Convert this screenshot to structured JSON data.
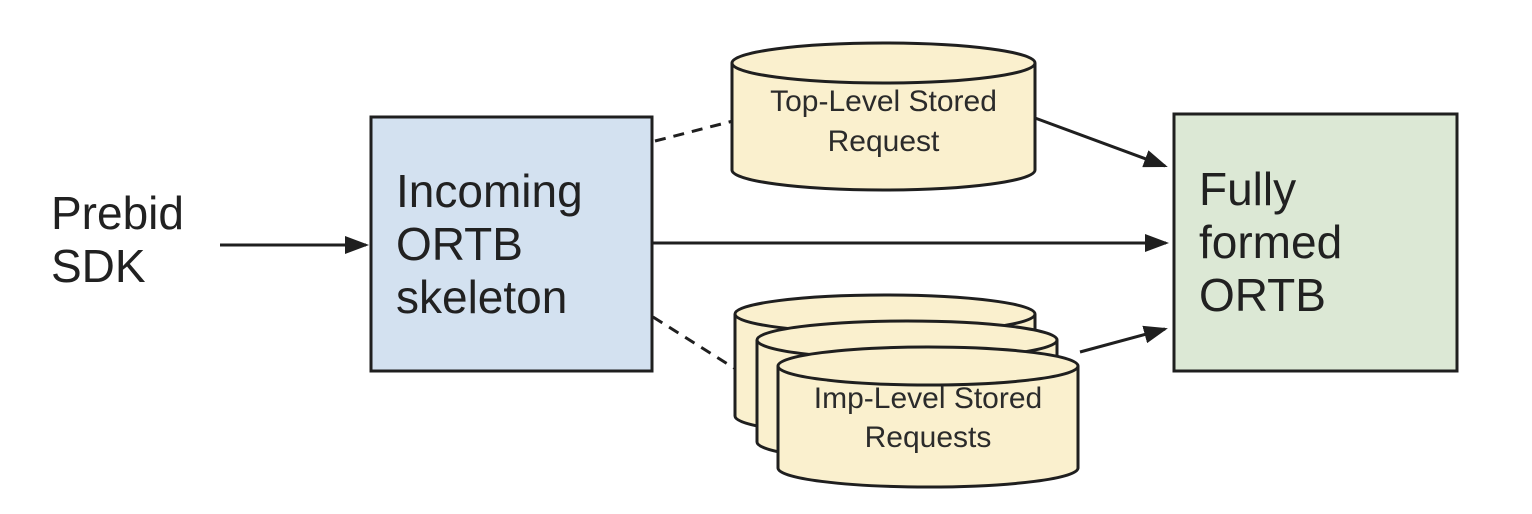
{
  "colors": {
    "background": "#ffffff",
    "incoming_box_fill": "#d3e1f0",
    "fully_formed_box_fill": "#dce8d5",
    "cylinder_fill": "#faf0ce",
    "stroke": "#1f1f1f",
    "text": "#212121"
  },
  "nodes": {
    "prebid_sdk": {
      "lines": [
        "Prebid",
        "SDK"
      ]
    },
    "incoming_ortb": {
      "lines": [
        "Incoming",
        "ORTB",
        "skeleton"
      ]
    },
    "top_level_stored_request": {
      "lines": [
        "Top-Level Stored",
        "Request"
      ]
    },
    "imp_level_stored_requests": {
      "lines": [
        "Imp-Level Stored",
        "Requests"
      ]
    },
    "fully_formed_ortb": {
      "lines": [
        "Fully",
        "formed",
        "ORTB"
      ]
    }
  }
}
